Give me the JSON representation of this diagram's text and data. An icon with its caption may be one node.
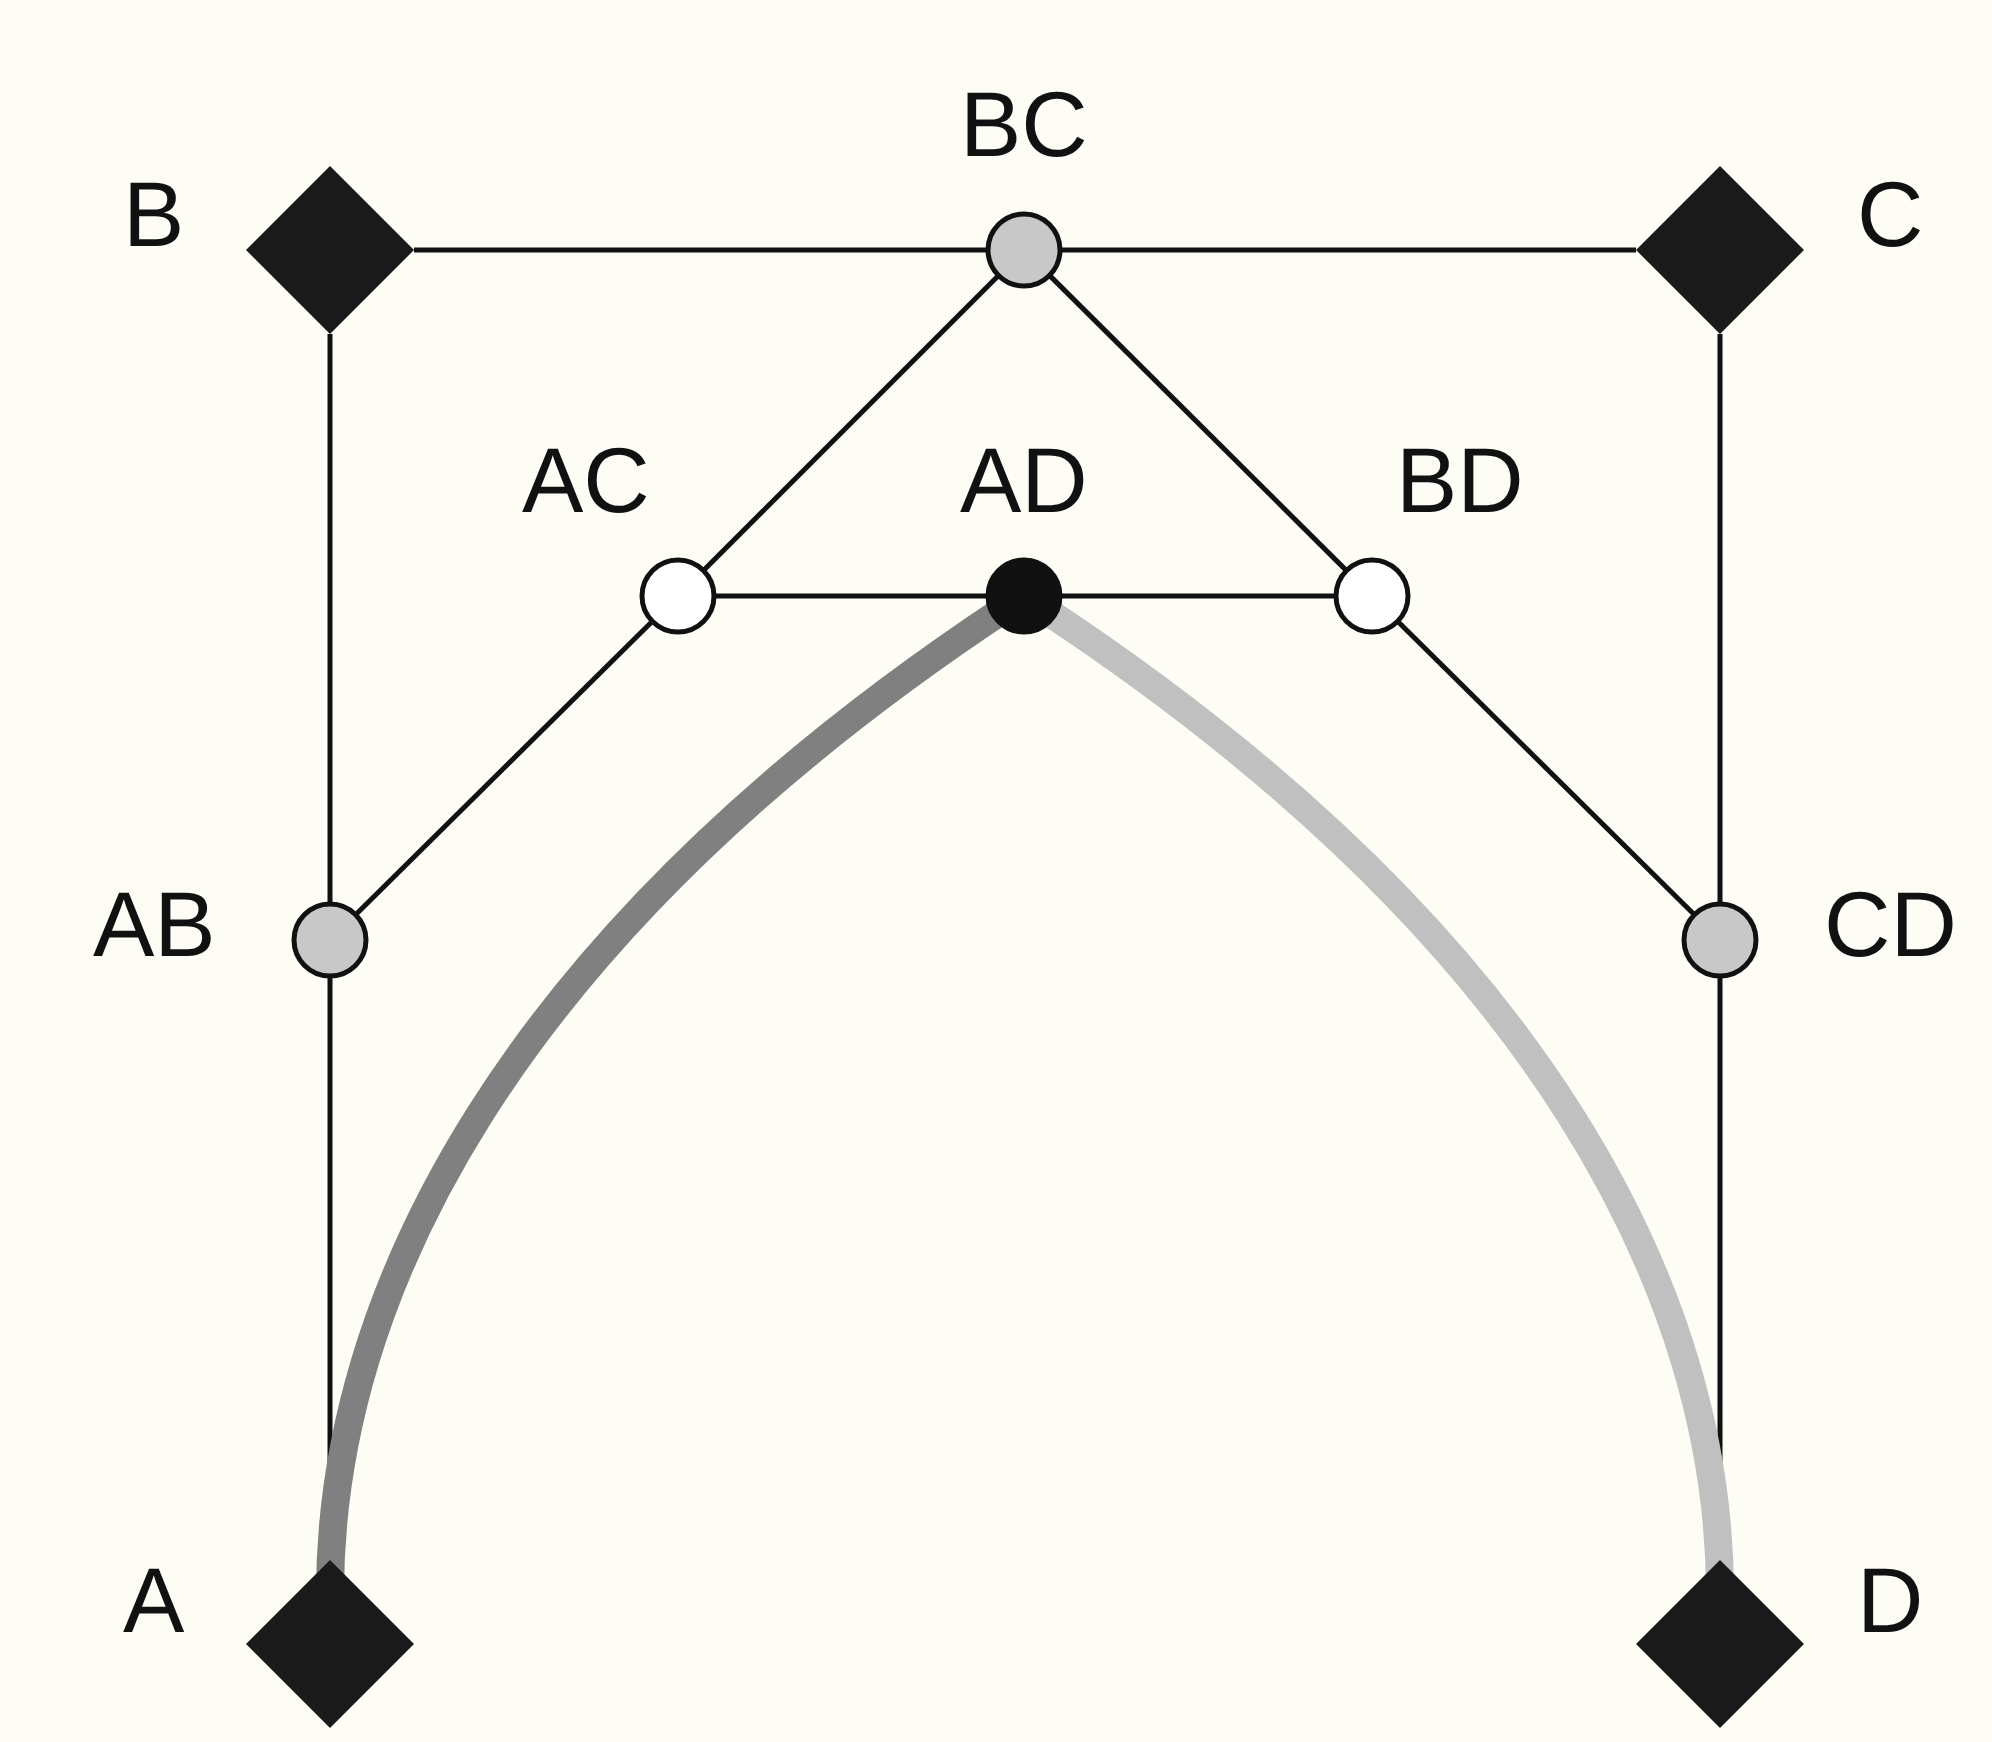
{
  "diagram": {
    "nodes": [
      {
        "text": [
          "B"
        ]
      },
      {
        "text": [
          "BC"
        ]
      },
      {
        "text": [
          "C"
        ]
      },
      {
        "text": [
          "AC"
        ]
      },
      {
        "text": [
          "AD"
        ]
      },
      {
        "text": [
          "BD"
        ]
      },
      {
        "text": [
          "AB"
        ]
      },
      {
        "text": [
          "CD"
        ]
      },
      {
        "text": [
          "A"
        ]
      },
      {
        "text": [
          "D"
        ]
      }
    ],
    "edges": [
      {
        "from": 0,
        "to": 1,
        "arrow": "none"
      },
      {
        "from": 1,
        "to": 2,
        "arrow": "none"
      },
      {
        "from": 0,
        "to": 6,
        "arrow": "none"
      },
      {
        "from": 6,
        "to": 8,
        "arrow": "none"
      },
      {
        "from": 2,
        "to": 7,
        "arrow": "none"
      },
      {
        "from": 7,
        "to": 9,
        "arrow": "none"
      },
      {
        "from": 1,
        "to": 3,
        "arrow": "none"
      },
      {
        "from": 3,
        "to": 6,
        "arrow": "none"
      },
      {
        "from": 1,
        "to": 5,
        "arrow": "none"
      },
      {
        "from": 5,
        "to": 7,
        "arrow": "none"
      },
      {
        "from": 3,
        "to": 4,
        "arrow": "none"
      },
      {
        "from": 4,
        "to": 5,
        "arrow": "none"
      },
      {
        "from": 8,
        "to": 4,
        "arrow": "none",
        "style": "thick",
        "color": "#808080"
      },
      {
        "from": 4,
        "to": 9,
        "arrow": "none",
        "style": "thick",
        "color": "#c0c0c0"
      }
    ]
  }
}
